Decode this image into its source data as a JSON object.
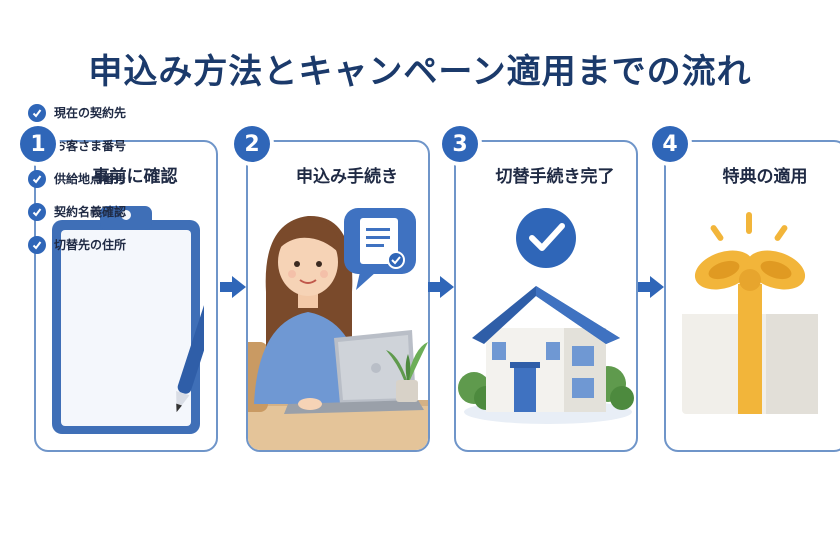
{
  "title": "申込み方法とキャンペーン適用までの流れ",
  "steps": [
    {
      "number": "1",
      "label": "事前に確認",
      "items": [
        "現在の契約先",
        "お客さま番号",
        "供給地点番号",
        "契約名義確認",
        "切替先の住所"
      ]
    },
    {
      "number": "2",
      "label": "申込み手続き"
    },
    {
      "number": "3",
      "label": "切替手続き完了"
    },
    {
      "number": "4",
      "label": "特典の適用"
    }
  ],
  "colors": {
    "accent": "#2f66b8",
    "title": "#1b3a6b",
    "card_border": "#6f95c9",
    "ribbon": "#f2b53a"
  }
}
